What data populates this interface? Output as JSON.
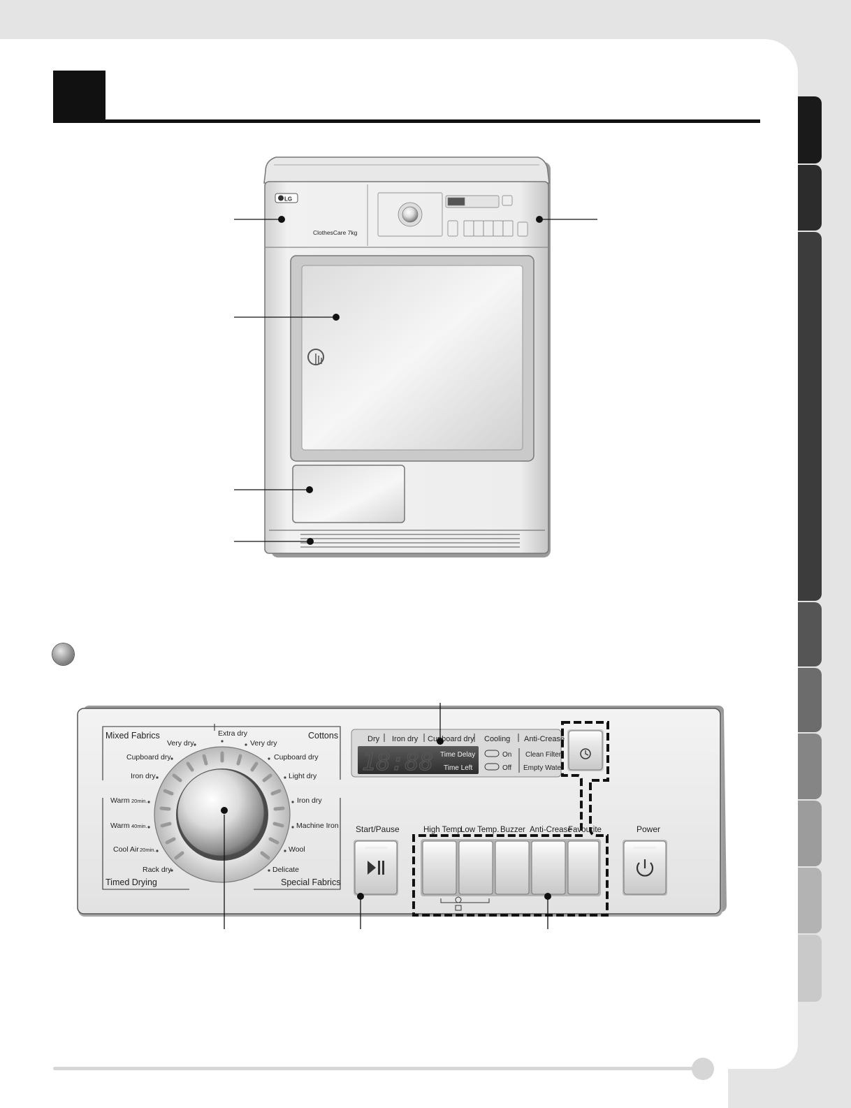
{
  "dryer": {
    "brand": "LG",
    "model_text": "ClothesCare 7kg"
  },
  "panel": {
    "mixed_fabrics": "Mixed Fabrics",
    "cottons": "Cottons",
    "timed_drying": "Timed Drying",
    "special_fabrics": "Special Fabrics",
    "programs_left": [
      {
        "label": "Very dry"
      },
      {
        "label": "Cupboard dry"
      },
      {
        "label": "Iron dry"
      },
      {
        "label": "Warm"
      },
      {
        "label": "Warm"
      },
      {
        "label": "Cool Air"
      },
      {
        "label": "Rack dry"
      }
    ],
    "timed_suffix": [
      "20min.",
      "40min.",
      "20min."
    ],
    "extra_dry": "Extra dry",
    "programs_right": [
      {
        "label": "Very dry"
      },
      {
        "label": "Cupboard dry"
      },
      {
        "label": "Light dry"
      },
      {
        "label": "Iron dry"
      },
      {
        "label": "Machine Iron"
      },
      {
        "label": "Wool"
      },
      {
        "label": "Delicate"
      }
    ],
    "status": [
      "Dry",
      "Iron dry",
      "Cupboard dry",
      "Cooling",
      "Anti-Crease"
    ],
    "display_digits": "18:88",
    "time_delay": "Time Delay",
    "time_left": "Time Left",
    "sound_on": "On",
    "sound_off": "Off",
    "clean_filter": "Clean Filter",
    "empty_water": "Empty Water",
    "start_pause": "Start/Pause",
    "option_buttons": [
      "High Temp.",
      "Low Temp.",
      "Buzzer",
      "Anti-Crease",
      "Favourite"
    ],
    "power": "Power"
  }
}
